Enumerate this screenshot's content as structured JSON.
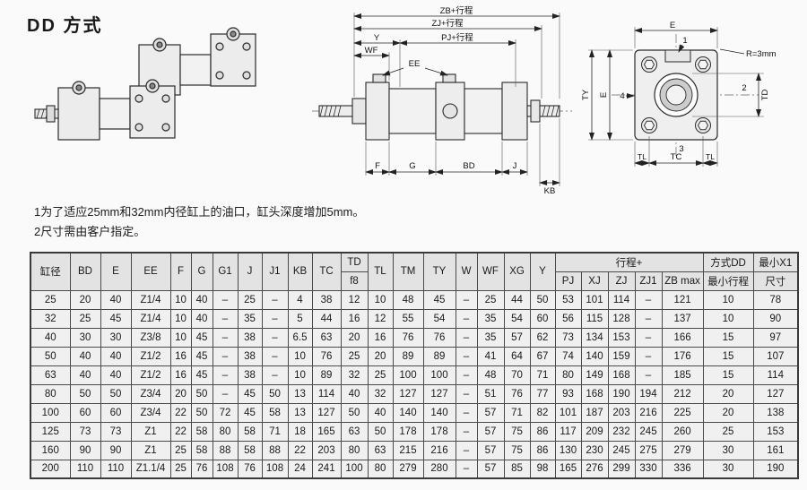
{
  "page": {
    "title": "DD 方式"
  },
  "notes": {
    "line1": "1为了适应25mm和32mm内径缸上的油口，缸头深度增加5mm。",
    "line2": "2尺寸需由客户指定。"
  },
  "drawings": {
    "side_view": {
      "labels": {
        "zb": "ZB+行程",
        "zj": "ZJ+行程",
        "pj": "PJ+行程",
        "y": "Y",
        "wf": "WF",
        "ee": "EE",
        "f": "F",
        "g": "G",
        "bd": "BD",
        "j": "J",
        "kb": "KB"
      }
    },
    "end_view": {
      "labels": {
        "e_top": "E",
        "radius": "R=3mm",
        "ty": "TY",
        "e_left": "E",
        "td": "TD",
        "tl_left": "TL",
        "tc": "TC",
        "tl_right": "TL",
        "part1": "1",
        "part2": "2",
        "part3": "3",
        "part4": "4"
      }
    }
  },
  "table": {
    "header_row1": [
      {
        "label": "缸径",
        "rowspan": 2
      },
      {
        "label": "BD",
        "rowspan": 2
      },
      {
        "label": "E",
        "rowspan": 2
      },
      {
        "label": "EE",
        "rowspan": 2
      },
      {
        "label": "F",
        "rowspan": 2
      },
      {
        "label": "G",
        "rowspan": 2
      },
      {
        "label": "G1",
        "rowspan": 2
      },
      {
        "label": "J",
        "rowspan": 2
      },
      {
        "label": "J1",
        "rowspan": 2
      },
      {
        "label": "KB",
        "rowspan": 2
      },
      {
        "label": "TC",
        "rowspan": 2
      },
      {
        "label": "TD"
      },
      {
        "label": "TL",
        "rowspan": 2
      },
      {
        "label": "TM",
        "rowspan": 2
      },
      {
        "label": "TY",
        "rowspan": 2
      },
      {
        "label": "W",
        "rowspan": 2
      },
      {
        "label": "WF",
        "rowspan": 2
      },
      {
        "label": "XG",
        "rowspan": 2
      },
      {
        "label": "Y",
        "rowspan": 2
      },
      {
        "label": "行程+",
        "colspan": 5
      },
      {
        "label": "方式DD"
      },
      {
        "label": "最小X1"
      }
    ],
    "header_row2": [
      "f8",
      "PJ",
      "XJ",
      "ZJ",
      "ZJ1",
      "ZB max",
      "最小行程",
      "尺寸"
    ],
    "rows": [
      [
        "25",
        "20",
        "40",
        "Z1/4",
        "10",
        "40",
        "–",
        "25",
        "–",
        "4",
        "38",
        "12",
        "10",
        "48",
        "45",
        "–",
        "25",
        "44",
        "50",
        "53",
        "101",
        "114",
        "–",
        "121",
        "10",
        "78"
      ],
      [
        "32",
        "25",
        "45",
        "Z1/4",
        "10",
        "40",
        "–",
        "35",
        "–",
        "5",
        "44",
        "16",
        "12",
        "55",
        "54",
        "–",
        "35",
        "54",
        "60",
        "56",
        "115",
        "128",
        "–",
        "137",
        "10",
        "90"
      ],
      [
        "40",
        "30",
        "30",
        "Z3/8",
        "10",
        "45",
        "–",
        "38",
        "–",
        "6.5",
        "63",
        "20",
        "16",
        "76",
        "76",
        "–",
        "35",
        "57",
        "62",
        "73",
        "134",
        "153",
        "–",
        "166",
        "15",
        "97"
      ],
      [
        "50",
        "40",
        "40",
        "Z1/2",
        "16",
        "45",
        "–",
        "38",
        "–",
        "10",
        "76",
        "25",
        "20",
        "89",
        "89",
        "–",
        "41",
        "64",
        "67",
        "74",
        "140",
        "159",
        "–",
        "176",
        "15",
        "107"
      ],
      [
        "63",
        "40",
        "40",
        "Z1/2",
        "16",
        "45",
        "–",
        "38",
        "–",
        "10",
        "89",
        "32",
        "25",
        "100",
        "100",
        "–",
        "48",
        "70",
        "71",
        "80",
        "149",
        "168",
        "–",
        "185",
        "15",
        "114"
      ],
      [
        "80",
        "50",
        "50",
        "Z3/4",
        "20",
        "50",
        "–",
        "45",
        "50",
        "13",
        "114",
        "40",
        "32",
        "127",
        "127",
        "–",
        "51",
        "76",
        "77",
        "93",
        "168",
        "190",
        "194",
        "212",
        "20",
        "127"
      ],
      [
        "100",
        "60",
        "60",
        "Z3/4",
        "22",
        "50",
        "72",
        "45",
        "58",
        "13",
        "127",
        "50",
        "40",
        "140",
        "140",
        "–",
        "57",
        "71",
        "82",
        "101",
        "187",
        "203",
        "216",
        "225",
        "20",
        "138"
      ],
      [
        "125",
        "73",
        "73",
        "Z1",
        "22",
        "58",
        "80",
        "58",
        "71",
        "18",
        "165",
        "63",
        "50",
        "178",
        "178",
        "–",
        "57",
        "75",
        "86",
        "117",
        "209",
        "232",
        "245",
        "260",
        "25",
        "153"
      ],
      [
        "160",
        "90",
        "90",
        "Z1",
        "25",
        "58",
        "88",
        "58",
        "88",
        "22",
        "203",
        "80",
        "63",
        "215",
        "216",
        "–",
        "57",
        "75",
        "86",
        "130",
        "230",
        "245",
        "275",
        "279",
        "30",
        "161"
      ],
      [
        "200",
        "110",
        "110",
        "Z1.1/4",
        "25",
        "76",
        "108",
        "76",
        "108",
        "24",
        "241",
        "100",
        "80",
        "279",
        "280",
        "–",
        "57",
        "85",
        "98",
        "165",
        "276",
        "299",
        "330",
        "336",
        "30",
        "190"
      ]
    ]
  }
}
